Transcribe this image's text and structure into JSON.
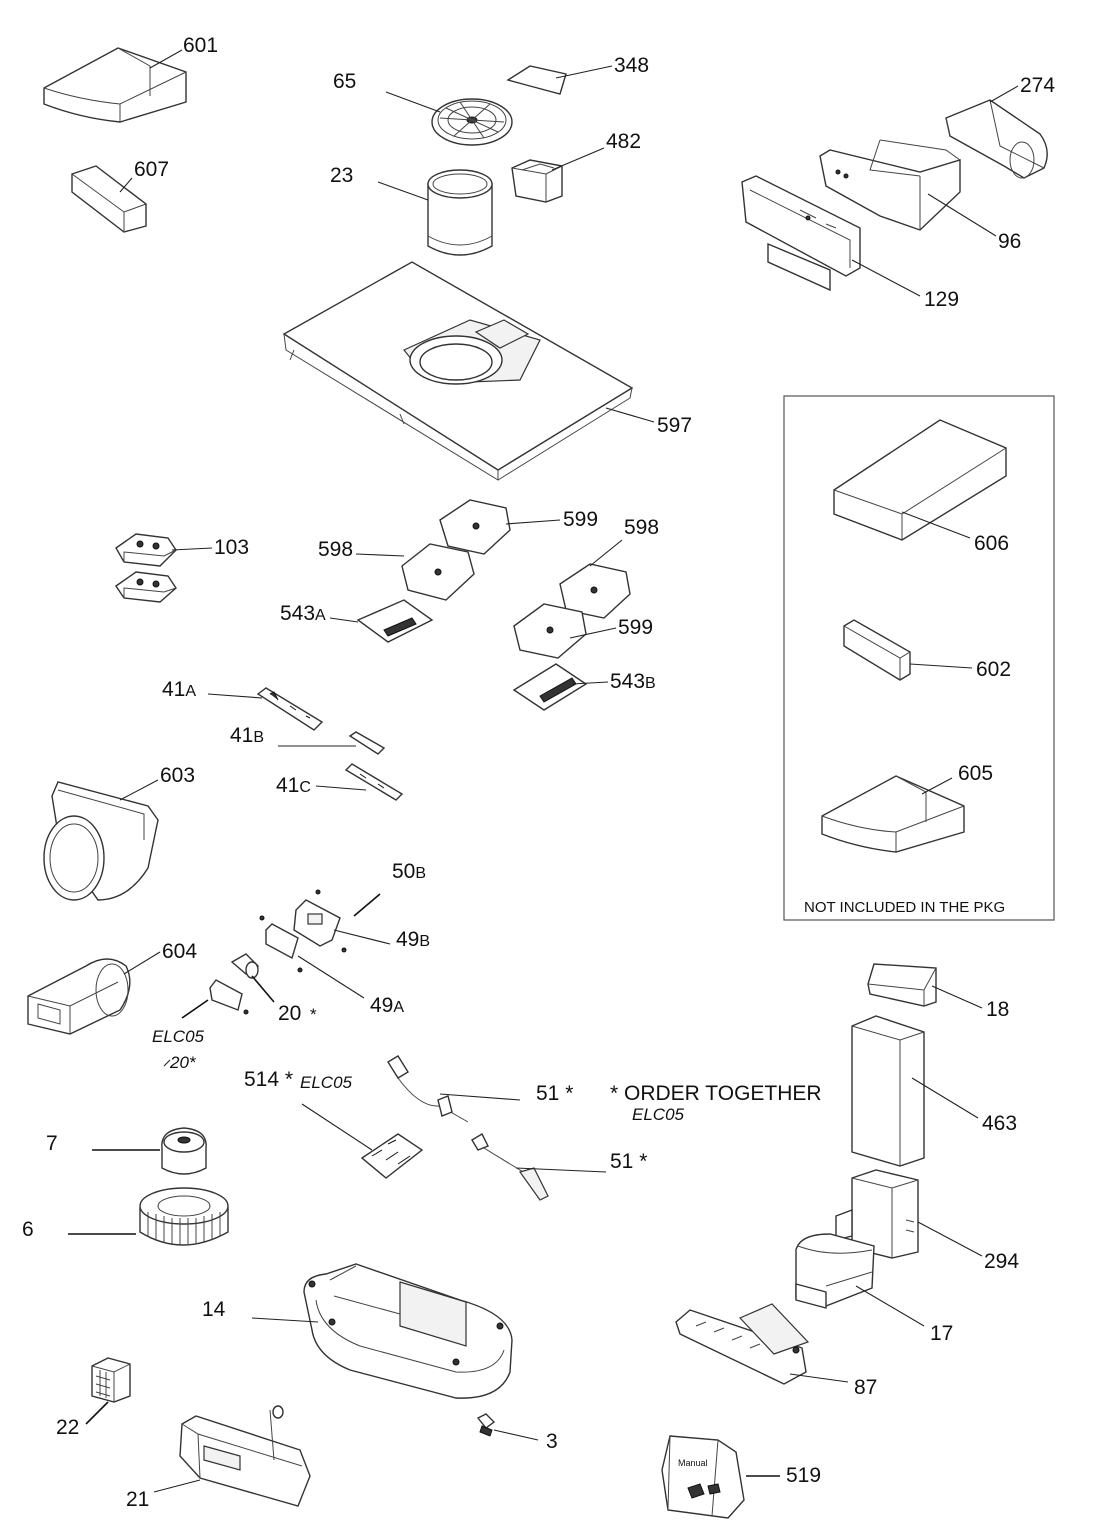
{
  "labels": {
    "p601": "601",
    "p65": "65",
    "p348": "348",
    "p274": "274",
    "p607": "607",
    "p482": "482",
    "p23": "23",
    "p96": "96",
    "p129": "129",
    "p597": "597",
    "p103": "103",
    "p599a": "599",
    "p598a": "598",
    "p598b": "598",
    "p543a_num": "543",
    "p543a_suf": "A",
    "p599b": "599",
    "p543b_num": "543",
    "p543b_suf": "B",
    "p606": "606",
    "p41a_num": "41",
    "p41a_suf": "A",
    "p41b_num": "41",
    "p41b_suf": "B",
    "p41c_num": "41",
    "p41c_suf": "C",
    "p602": "602",
    "p603": "603",
    "p605": "605",
    "p50b_num": "50",
    "p50b_suf": "B",
    "p49b_num": "49",
    "p49b_suf": "B",
    "p604": "604",
    "p49a_num": "49",
    "p49a_suf": "A",
    "p20": "20",
    "p20_star": "*",
    "elc05_a": "ELC05",
    "p20_star2": "20*",
    "p18": "18",
    "p514": "514 *",
    "elc05_b": "ELC05",
    "p51a": "51 *",
    "order_together": "* ORDER TOGETHER",
    "elc05_c": "ELC05",
    "p463": "463",
    "p7": "7",
    "p51b": "51 *",
    "p6": "6",
    "p294": "294",
    "p14": "14",
    "p17": "17",
    "p87": "87",
    "p22": "22",
    "p3": "3",
    "p519": "519",
    "p21": "21"
  },
  "box_note": "NOT INCLUDED IN THE PKG",
  "bag_label": "Manual",
  "colors": {
    "line": "#333333",
    "text": "#111111",
    "fill_light": "#f2f2f2"
  }
}
